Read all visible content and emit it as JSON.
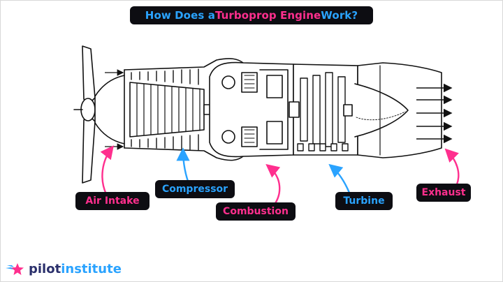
{
  "title": {
    "part1": "How Does a ",
    "part2": "Turboprop Engine",
    "part3": " Work?"
  },
  "labels": {
    "air_intake": "Air Intake",
    "compressor": "Compressor",
    "combustion": "Combustion",
    "turbine": "Turbine",
    "exhaust": "Exhaust"
  },
  "logo": {
    "part1": "pilot",
    "part2": "institute",
    "icon": "star-wings-icon"
  },
  "colors": {
    "pink": "#ff2f8e",
    "blue": "#2aa3ff",
    "label_bg": "#0d0d12",
    "logo_dark": "#2a2f6b"
  }
}
